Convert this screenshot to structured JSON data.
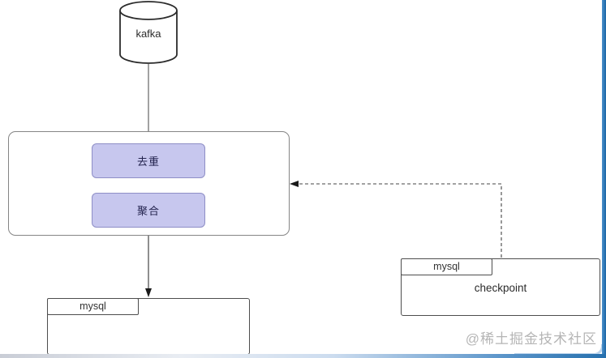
{
  "diagram": {
    "kafka": {
      "label": "kafka",
      "shape": "cylinder"
    },
    "pipeline": {
      "nodes": [
        {
          "label": "去重"
        },
        {
          "label": "聚合"
        }
      ]
    },
    "sink": {
      "tab_label": "mysql"
    },
    "checkpoint": {
      "tab_label": "mysql",
      "label": "checkpoint"
    },
    "connectors": [
      {
        "from": "kafka",
        "to": "pipeline",
        "style": "solid-line"
      },
      {
        "from": "pipeline",
        "to": "sink",
        "style": "solid-arrow"
      },
      {
        "from": "checkpoint",
        "to": "pipeline",
        "style": "dashed-arrow"
      }
    ]
  },
  "watermark": {
    "text": "@稀土掘金技术社区"
  },
  "colors": {
    "node_fill": "#c7c7ee",
    "node_border": "#8e8ec6",
    "node_text": "#23234e",
    "container_border": "#858585",
    "box_border": "#4d4d4d",
    "frame_blue": "#2670ae",
    "watermark_gray": "#b5b5b5"
  }
}
